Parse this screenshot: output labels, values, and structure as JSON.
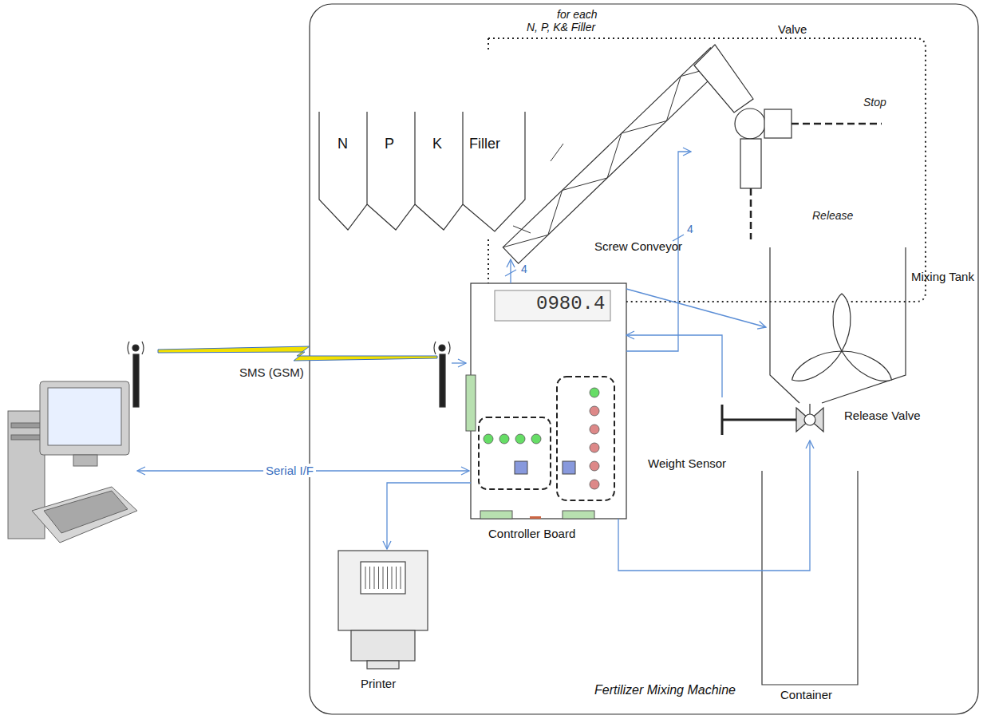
{
  "diagram": {
    "nodes": [
      {
        "text": [
          "Fertilizer Mixing Machine"
        ]
      },
      {
        "text": [
          "N"
        ],
        "in": 0
      },
      {
        "text": [
          "P"
        ],
        "in": 0
      },
      {
        "text": [
          "K"
        ],
        "in": 0
      },
      {
        "text": [
          "Filler"
        ],
        "in": 0
      },
      {
        "text": [
          "for each N, P, K& Filler"
        ],
        "in": 0
      },
      {
        "text": [
          "Screw Conveyor"
        ],
        "in": 5
      },
      {
        "text": [
          "Valve"
        ],
        "in": 5
      },
      {
        "text": [
          "Mixing Tank"
        ],
        "in": 0
      },
      {
        "text": [
          "Release Valve"
        ],
        "in": 0
      },
      {
        "text": [
          "Weight Sensor"
        ],
        "in": 0
      },
      {
        "text": [
          "0980.4",
          "Controller Board"
        ],
        "in": 0
      },
      {
        "text": [
          "Printer"
        ],
        "in": 0
      },
      {
        "text": [
          "Container"
        ],
        "in": 0
      }
    ],
    "edges": [
      {
        "from": 11,
        "to": 6,
        "label": "4",
        "arrow": "to"
      },
      {
        "from": 11,
        "to": 7,
        "label": "4",
        "arrow": "to"
      },
      {
        "from": 11,
        "to": 8,
        "arrow": "to"
      },
      {
        "from": 10,
        "to": 11,
        "arrow": "to"
      },
      {
        "from": 11,
        "to": 9,
        "arrow": "to"
      },
      {
        "from": 11,
        "to": 12,
        "arrow": "to"
      }
    ],
    "labels": [
      "SMS (GSM)",
      "Serial I/F",
      "Stop",
      "Release"
    ]
  }
}
